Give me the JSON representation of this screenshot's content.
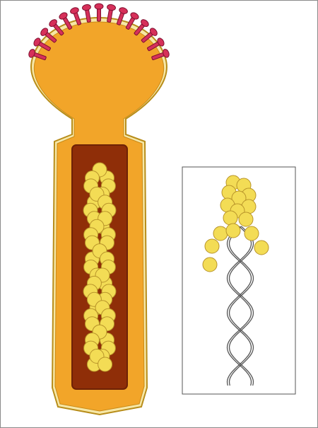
{
  "diagram": {
    "colors": {
      "outer_frame": "#8a8a8a",
      "membrane_outline": "#b88d1a",
      "membrane_outer": "#f6e7a6",
      "body_fill": "#f2a529",
      "core_fill": "#8f2e08",
      "core_border": "#6e2206",
      "bead_fill": "#f3dc55",
      "bead_stroke": "#b8942a",
      "spike_fill": "#d6305a",
      "spike_stroke": "#7e1030",
      "inset_border": "#555555",
      "helix_stroke": "#555555"
    },
    "icons": {
      "spike": "glycoprotein-spike",
      "bead": "nucleoprotein-bead",
      "helix": "double-helix-strand"
    }
  }
}
